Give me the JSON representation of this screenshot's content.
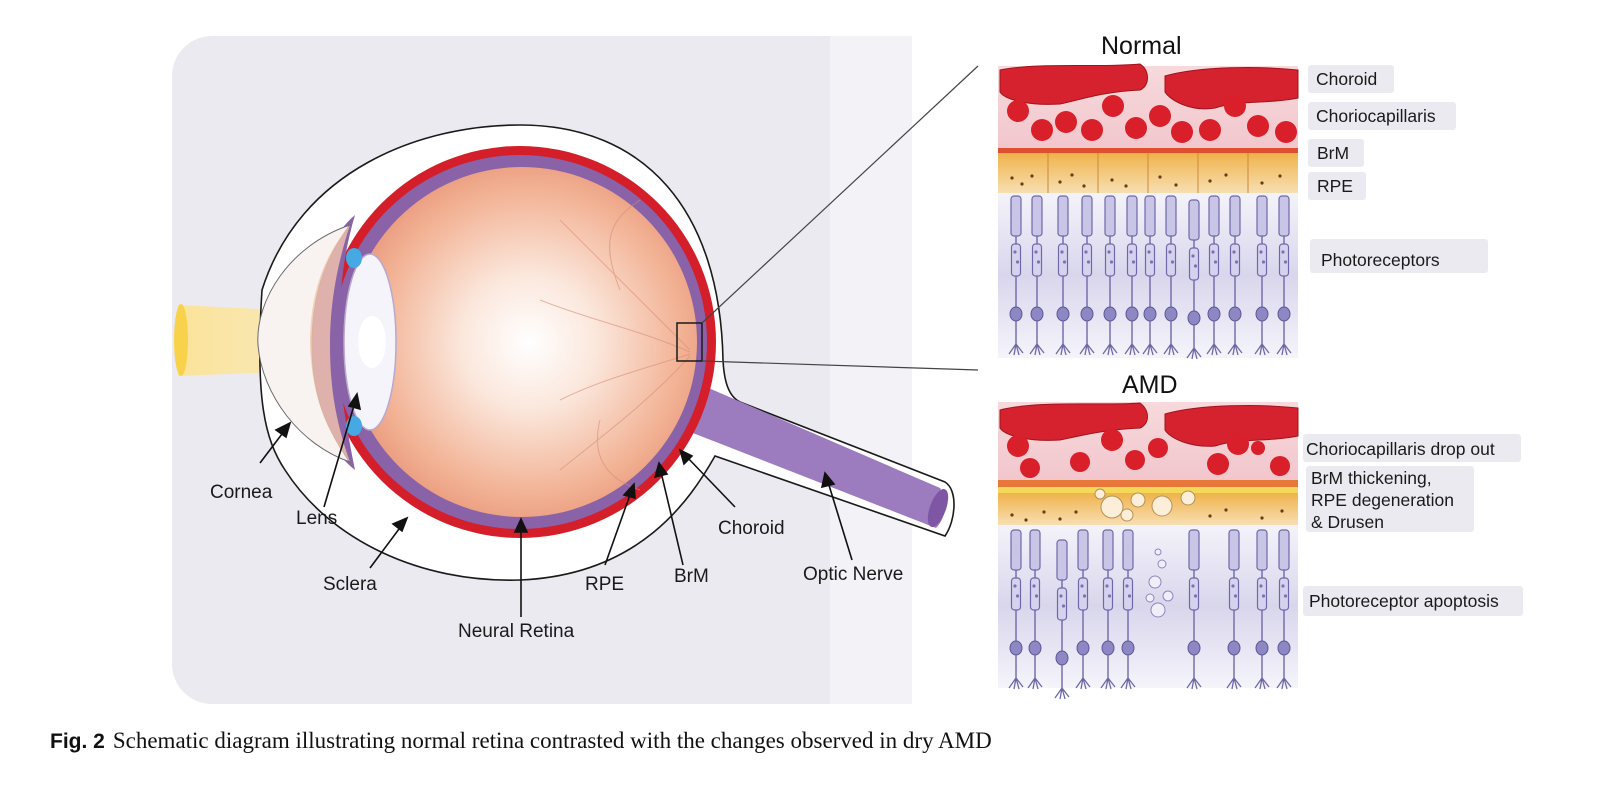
{
  "eye_labels": {
    "cornea": "Cornea",
    "lens": "Lens",
    "sclera": "Sclera",
    "neural_retina": "Neural Retina",
    "rpe": "RPE",
    "brm": "BrM",
    "choroid": "Choroid",
    "optic_nerve": "Optic Nerve"
  },
  "normal_panel": {
    "title": "Normal",
    "tags": [
      "Choroid",
      "Choriocapillaris",
      "BrM",
      "RPE",
      "Photoreceptors"
    ]
  },
  "amd_panel": {
    "title": "AMD",
    "tags": [
      "Choriocapillaris drop out",
      "BrM thickening,",
      "RPE degeneration",
      "& Drusen",
      "Photoreceptor apoptosis"
    ]
  },
  "caption": {
    "label": "Fig. 2",
    "text": "Schematic diagram illustrating normal retina contrasted with the changes observed in dry AMD"
  },
  "colors": {
    "panel_bg": "#eceaf1",
    "choroid_red": "#d41e2a",
    "retina_purple": "#8a62a8",
    "eyeball_peach": "#f4b595",
    "rpe_orange": "#e9a23b",
    "photoreceptor_lavender": "#b9b4d8"
  }
}
